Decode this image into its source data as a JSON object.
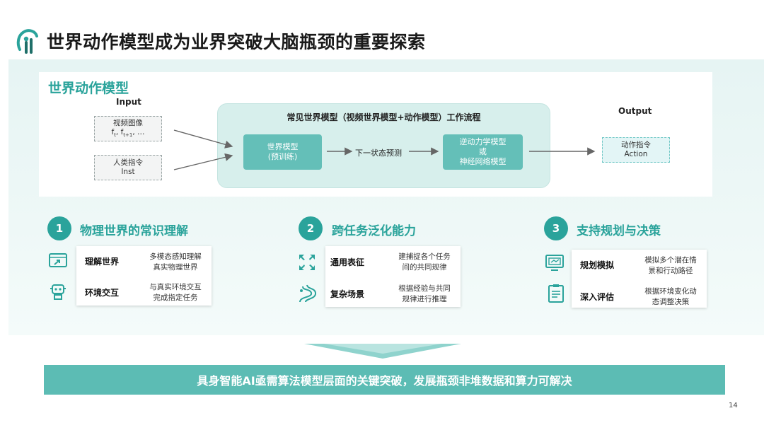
{
  "header": {
    "title": "世界动作模型成为业界突破大脑瓶颈的重要探索"
  },
  "diagram": {
    "title": "世界动作模型",
    "input_label": "Input",
    "output_label": "Output",
    "inputs": [
      {
        "line1": "视频图像",
        "line2": "f",
        "line2_sub": "t",
        "line2_mid": ", f",
        "line2_sub2": "t+1",
        "line2_end": ", …"
      },
      {
        "line1": "人类指令",
        "line2": "Inst"
      }
    ],
    "workflow_title": "常见世界模型（视频世界模型+动作模型）工作流程",
    "box1": {
      "line1": "世界模型",
      "line2": "(预训练)"
    },
    "middle_label": "下一状态预测",
    "box2": {
      "line1": "逆动力学模型",
      "line2": "或",
      "line3": "神经网络模型"
    },
    "output": {
      "line1": "动作指令",
      "line2": "Action"
    }
  },
  "sections": [
    {
      "number": "1",
      "title": "物理世界的常识理解",
      "rows": [
        {
          "icon": "monitor-arrow-icon",
          "label": "理解世界",
          "desc1": "多模态感知理解",
          "desc2": "真实物理世界"
        },
        {
          "icon": "robot-icon",
          "label": "环境交互",
          "desc1": "与真实环境交互",
          "desc2": "完成指定任务"
        }
      ]
    },
    {
      "number": "2",
      "title": "跨任务泛化能力",
      "rows": [
        {
          "icon": "expand-arrows-icon",
          "label": "通用表征",
          "desc1": "建捕捉各个任务",
          "desc2": "间的共同规律"
        },
        {
          "icon": "winding-road-icon",
          "label": "复杂场景",
          "desc1": "根据经验与共同",
          "desc2": "规律进行推理"
        }
      ]
    },
    {
      "number": "3",
      "title": "支持规划与决策",
      "rows": [
        {
          "icon": "computer-plan-icon",
          "label": "规划模拟",
          "desc1": "模拟多个潜在情",
          "desc2": "景和行动路径"
        },
        {
          "icon": "clipboard-icon",
          "label": "深入评估",
          "desc1": "根据环境变化动",
          "desc2": "态调整决策"
        }
      ]
    }
  ],
  "conclusion": "具身智能AI亟需算法模型层面的关键突破，发展瓶颈非堆数据和算力可解决",
  "page_number": "14",
  "colors": {
    "accent": "#2aa39b",
    "box": "#64bfb8",
    "bar": "#5cbcb4",
    "band": "#e6f4f3"
  }
}
